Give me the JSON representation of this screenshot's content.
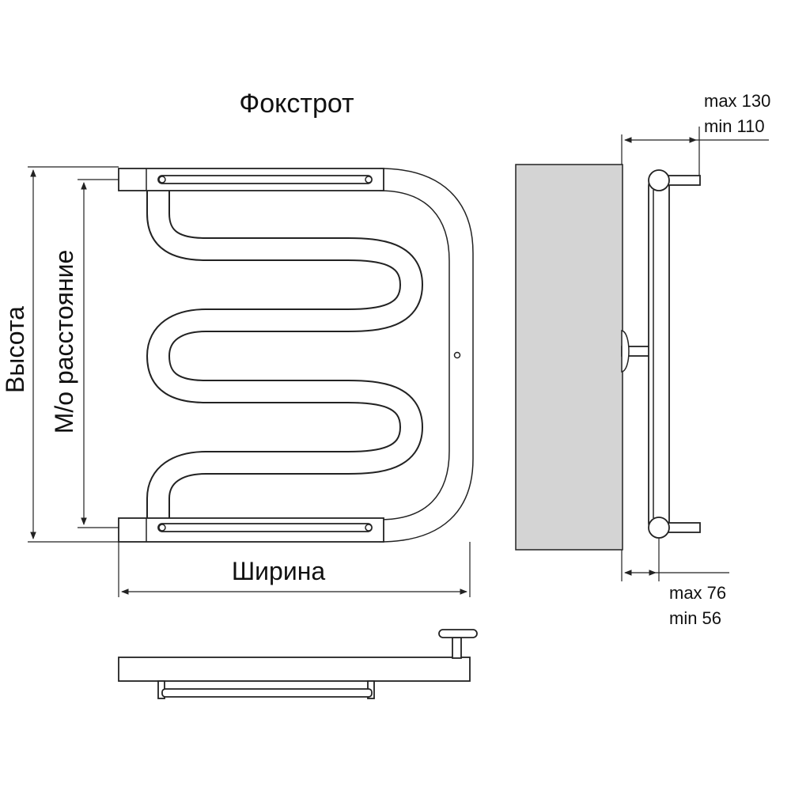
{
  "title": "Фокстрот",
  "labels": {
    "height": "Высота",
    "center_distance": "М/о расстояние",
    "width": "Ширина"
  },
  "wall_offset_top": {
    "max": "max 130",
    "min": "min 110"
  },
  "wall_offset_bottom": {
    "max": "max 76",
    "min": "min 56"
  },
  "colors": {
    "line": "#222222",
    "wall": "#d4d4d4",
    "background": "#ffffff"
  }
}
